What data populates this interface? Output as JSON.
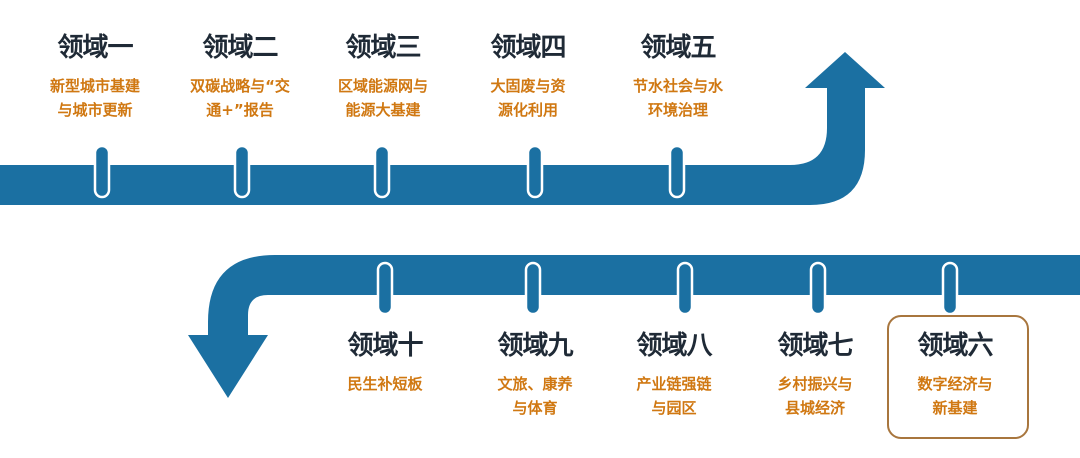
{
  "colors": {
    "pipe": "#1b70a2",
    "title": "#1f2a36",
    "subtitle": "#d07812",
    "highlight_border": "#a8763e"
  },
  "top_row": [
    {
      "title": "领域一",
      "lines": [
        "新型城市基建",
        "与城市更新"
      ]
    },
    {
      "title": "领域二",
      "lines": [
        "双碳战略与“交",
        "通+”报告"
      ]
    },
    {
      "title": "领域三",
      "lines": [
        "区域能源网与",
        "能源大基建"
      ]
    },
    {
      "title": "领域四",
      "lines": [
        "大固废与资",
        "源化利用"
      ]
    },
    {
      "title": "领域五",
      "lines": [
        "节水社会与水",
        "环境治理"
      ]
    }
  ],
  "bottom_row": [
    {
      "title": "领域十",
      "lines": [
        "民生补短板"
      ]
    },
    {
      "title": "领域九",
      "lines": [
        "文旅、康养",
        "与体育"
      ]
    },
    {
      "title": "领域八",
      "lines": [
        "产业链强链",
        "与园区"
      ]
    },
    {
      "title": "领域七",
      "lines": [
        "乡村振兴与",
        "县城经济"
      ]
    },
    {
      "title": "领域六",
      "lines": [
        "数字经济与",
        "新基建"
      ]
    }
  ]
}
